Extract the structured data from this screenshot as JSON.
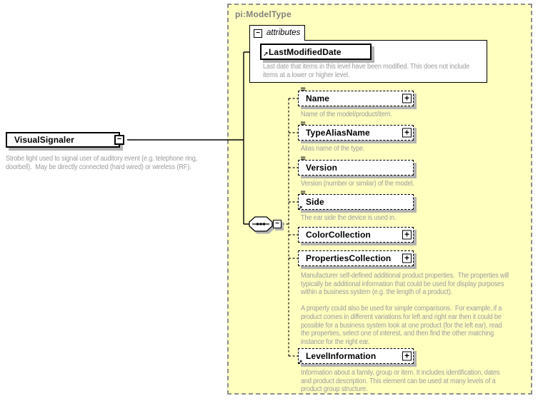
{
  "icons": {
    "collapse_glyph": "−",
    "expand_glyph": "+",
    "annotation_glyph": "≡",
    "type_link_glyph": "↗"
  },
  "colors": {
    "container_fill": "#ffffc0",
    "container_border": "#8f8f8f",
    "description_text": "#9c9c9c",
    "title_text": "#808080",
    "shadow": "#b3b3b3"
  },
  "root_element": {
    "name": "VisualSignaler",
    "description": "Strobe light used to signal user of auditory event (e.g. telephone ring,\ndoorbell).  May be directly connected (hard wired) or wireless (RF)."
  },
  "model_type": {
    "title": "pi:ModelType",
    "attributes_label": "attributes",
    "attribute": {
      "name": "LastModifiedDate",
      "description": "Last date that items in this level have been modified. This does not include\nitems at a lower or higher level."
    },
    "elements": [
      {
        "name": "Name",
        "description": "Name of the model/product/item."
      },
      {
        "name": "TypeAliasName",
        "description": "Alias name of the type."
      },
      {
        "name": "Version",
        "description": "Version (number or similar) of the model."
      },
      {
        "name": "Side",
        "description": "The ear side the device is used in."
      },
      {
        "name": "ColorCollection",
        "description": ""
      },
      {
        "name": "PropertiesCollection",
        "description": "Manufacturer self-defined additional product properties.  The properties will\ntypically be additional information that could be used for display purposes\nwithin a business system (e.g. the length of a product).\n\nA property could also be used for simple comparisons.  For example, if a\nproduct comes in different variations for left and right ear then it could be\npossible for a business system look at one product (for the left ear), read\nthe properties, select one of interest, and then find the other matching\ninstance for the right ear."
      },
      {
        "name": "LevelInformation",
        "description": "Information about a family, group or item. It includes identification, dates\nand product description. This element can be used at many levels of a\nproduct group structure."
      }
    ]
  }
}
